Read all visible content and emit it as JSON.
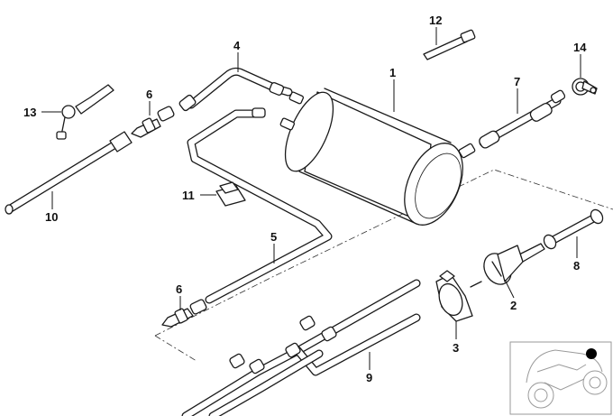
{
  "callouts": {
    "c1": "1",
    "c2": "2",
    "c3": "3",
    "c4": "4",
    "c5": "5",
    "c6a": "6",
    "c6b": "6",
    "c7": "7",
    "c8": "8",
    "c9": "9",
    "c10": "10",
    "c11": "11",
    "c12": "12",
    "c13": "13",
    "c14": "14"
  },
  "watermark": "",
  "colors": {
    "outline": "#1a1a1a",
    "background": "#ffffff",
    "thumbnail_lines": "#9a9a9a",
    "thumbnail_marker": "#000000"
  },
  "thumbnail": {
    "subject": "motorcycle-icon",
    "marker": "location-dot"
  }
}
